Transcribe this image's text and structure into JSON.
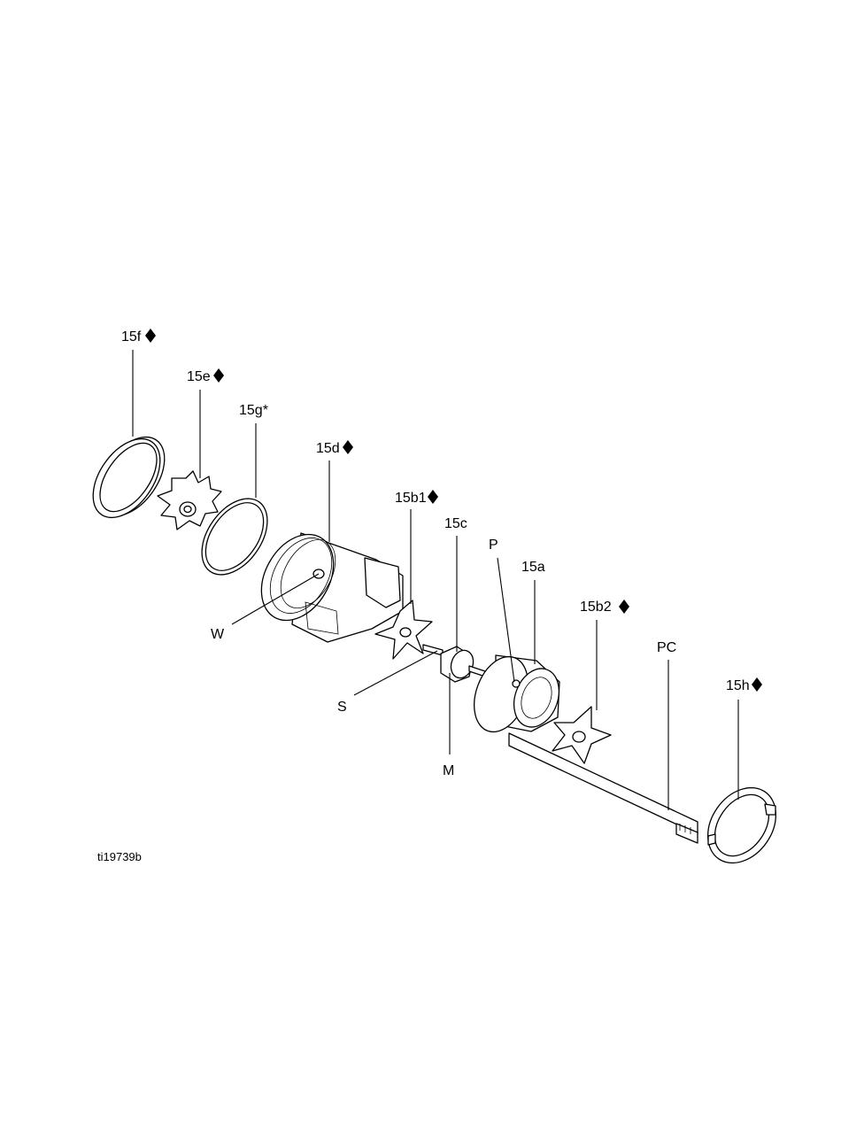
{
  "figure_id": "ti19739b",
  "callouts": {
    "c15f": "15f",
    "c15e": "15e",
    "c15g": "15g*",
    "c15d": "15d",
    "c15b1": "15b1",
    "c15c": "15c",
    "cP": "P",
    "c15a": "15a",
    "c15b2": "15b2",
    "cPC": "PC",
    "c15h": "15h",
    "cW": "W",
    "cS": "S",
    "cM": "M"
  }
}
